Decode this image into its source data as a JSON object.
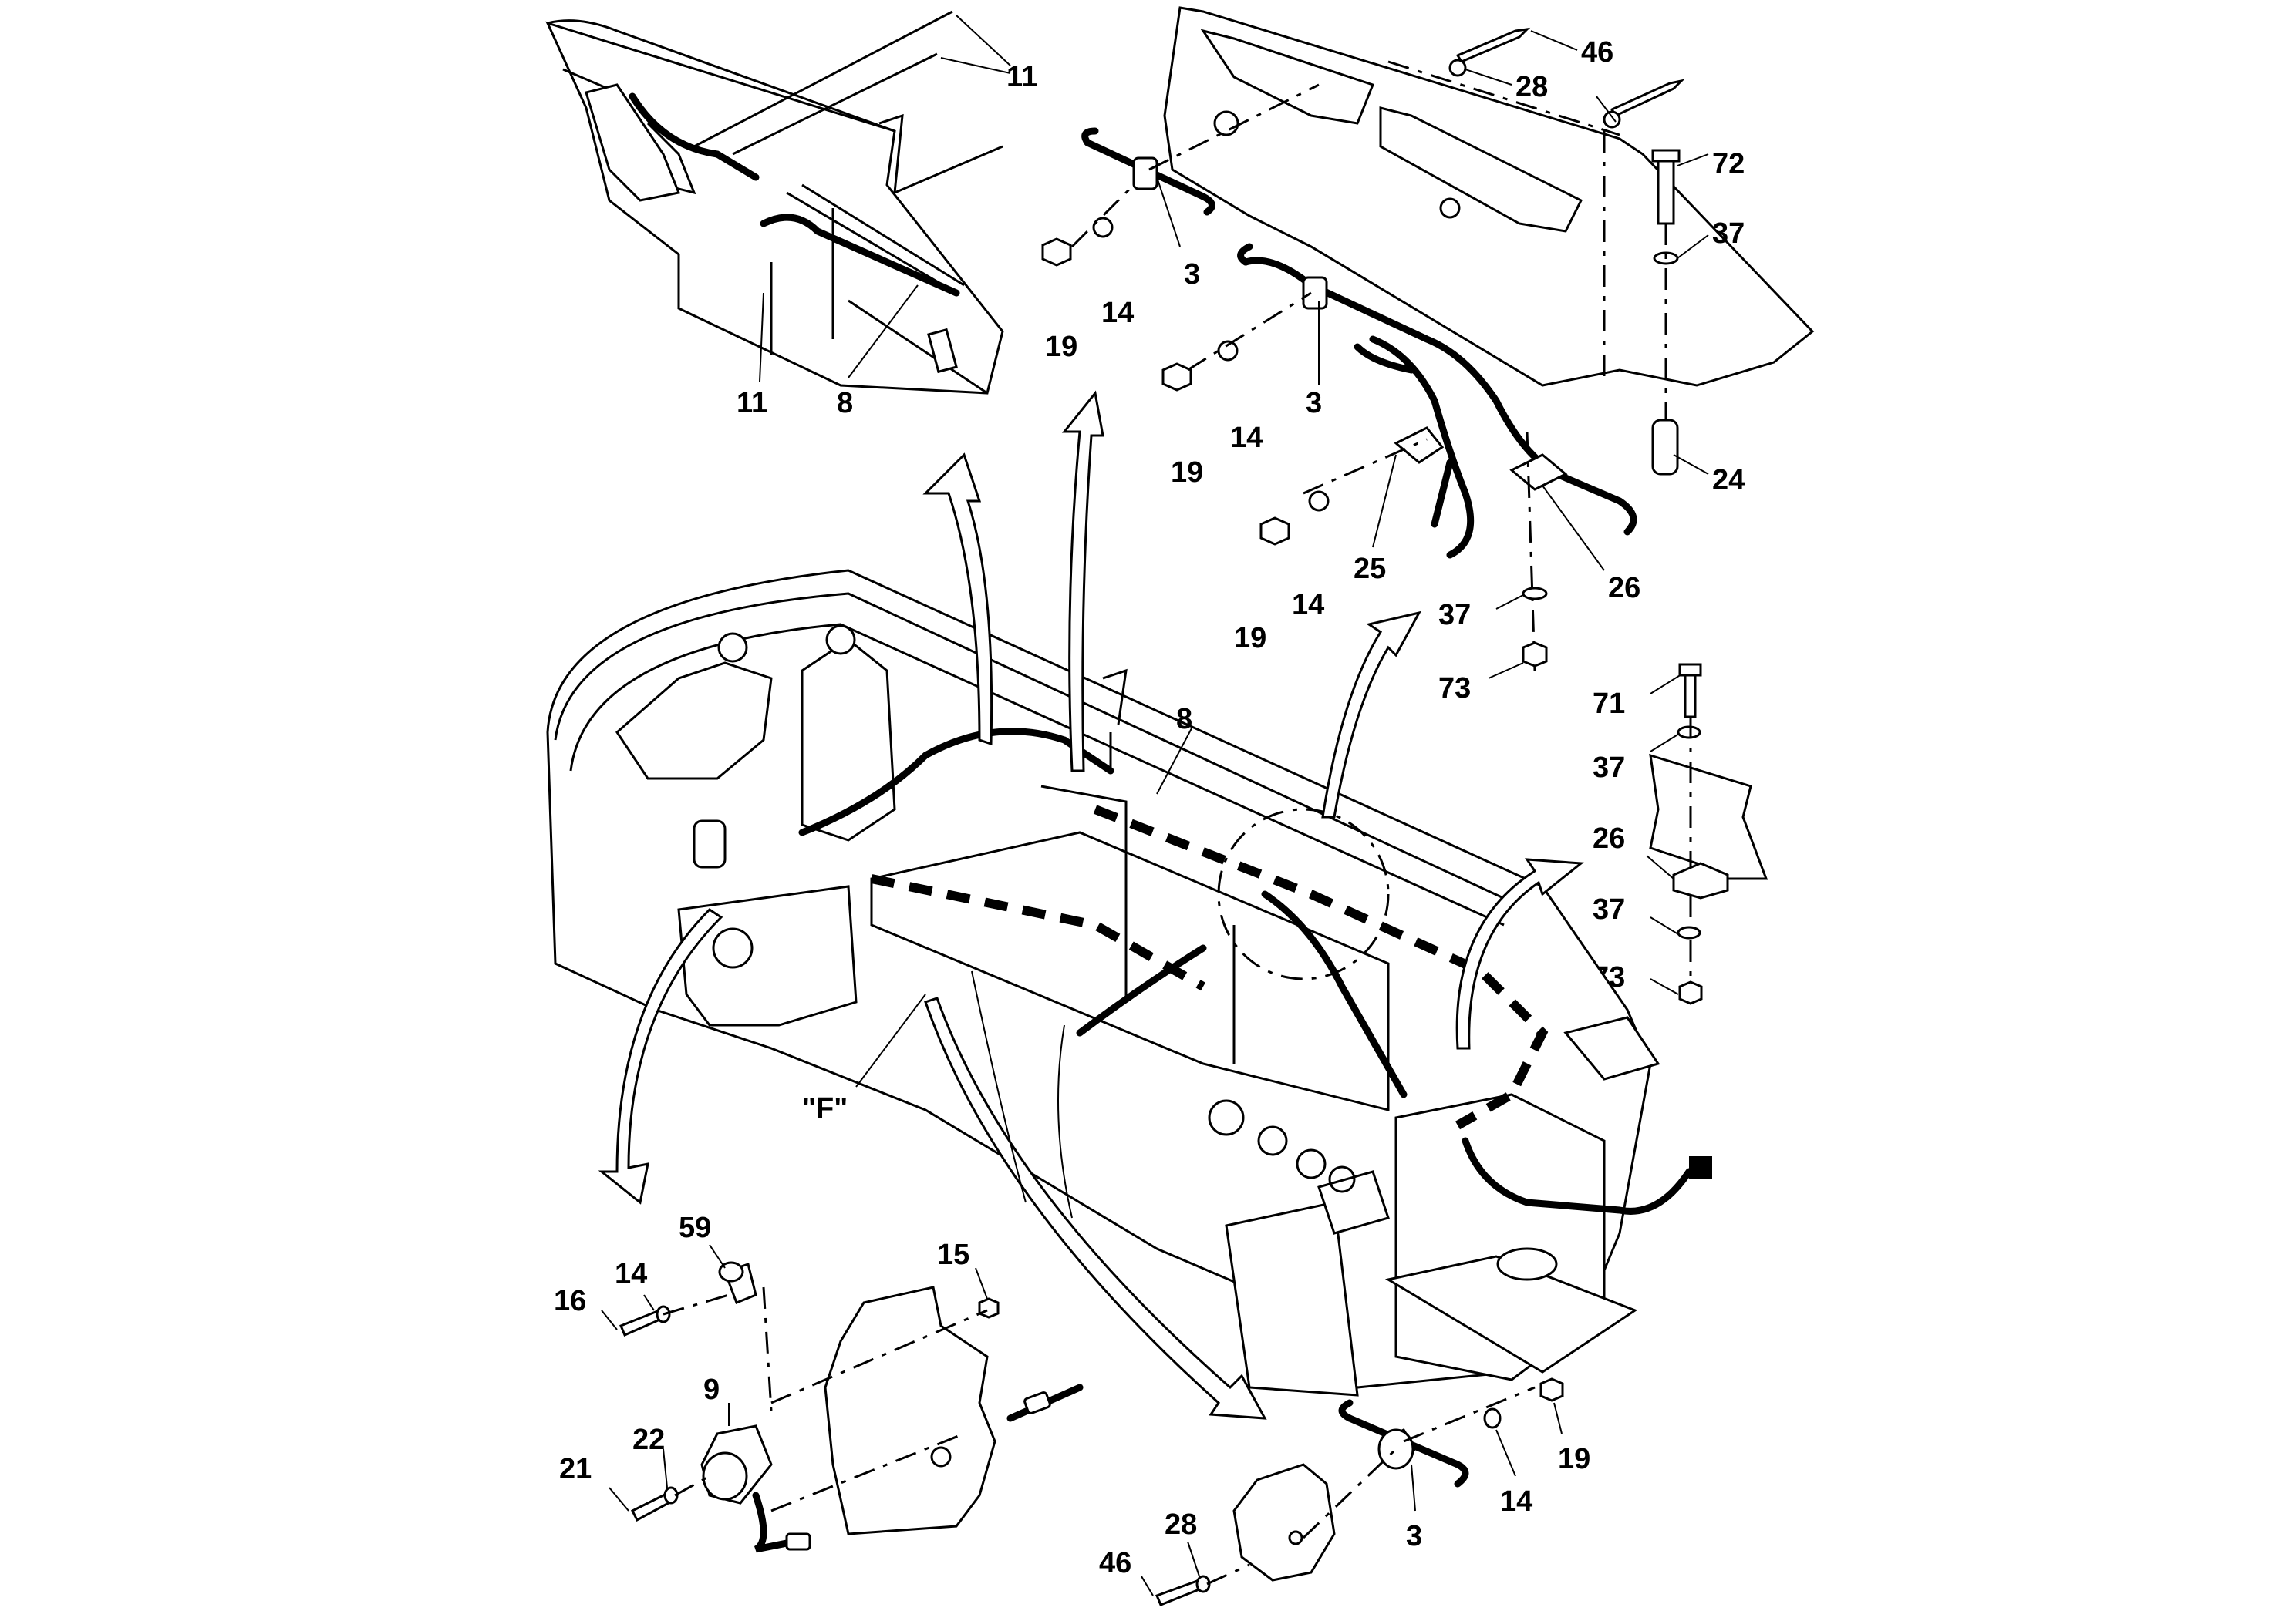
{
  "labels": {
    "l11a": "11",
    "l11b": "11",
    "l8a": "8",
    "l46a": "46",
    "l28a": "28",
    "l72": "72",
    "l37a": "37",
    "l3a": "3",
    "l14a": "14",
    "l19a": "19",
    "l3b": "3",
    "l14b": "14",
    "l19b": "19",
    "l24": "24",
    "l25": "25",
    "l26a": "26",
    "l14c": "14",
    "l19c": "19",
    "l37b": "37",
    "l73a": "73",
    "l8b": "8",
    "l71": "71",
    "l37c": "37",
    "l26b": "26",
    "l37d": "37",
    "l73b": "73",
    "lF": "\"F\"",
    "l59": "59",
    "l15": "15",
    "l14d": "14",
    "l16": "16",
    "l9": "9",
    "l22": "22",
    "l21": "21",
    "l19d": "19",
    "l14e": "14",
    "l3c": "3",
    "l28b": "28",
    "l46b": "46"
  }
}
